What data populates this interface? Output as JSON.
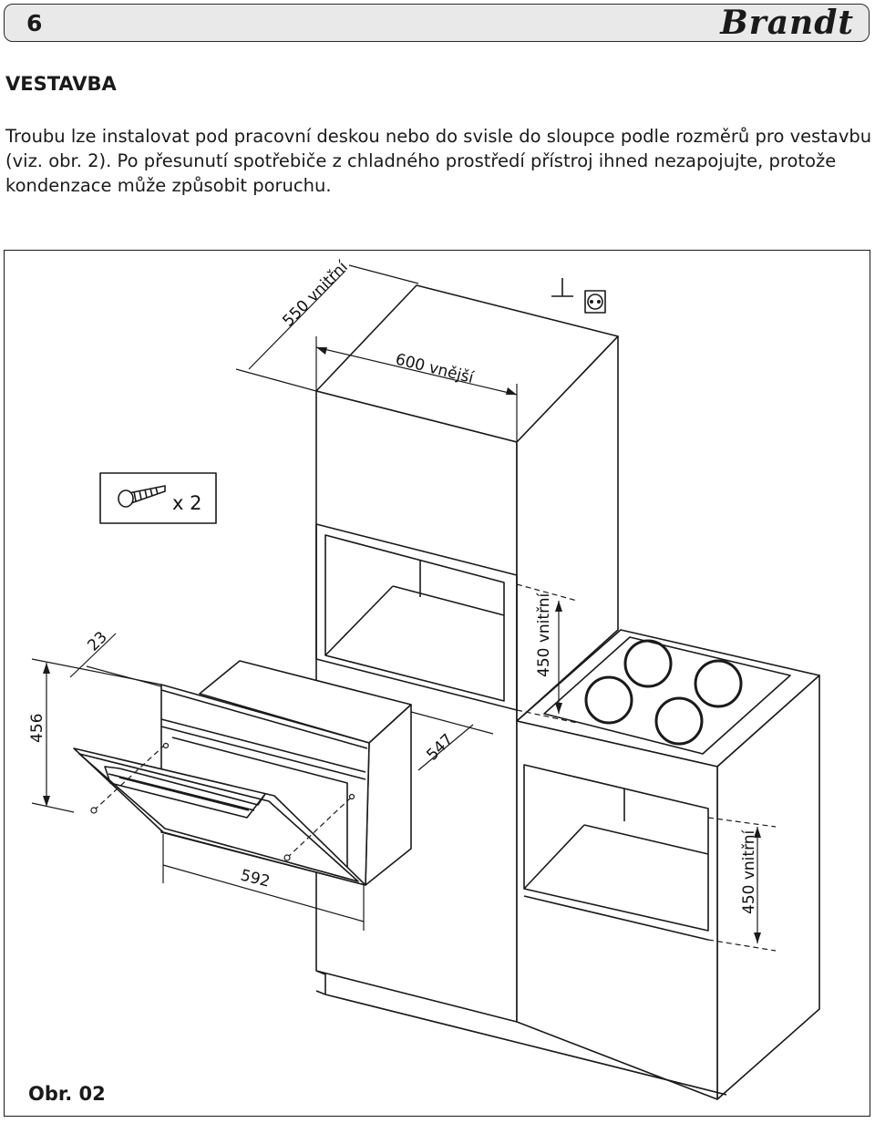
{
  "header": {
    "page_number": "6",
    "brand": "Brandt"
  },
  "section": {
    "title": "VESTAVBA",
    "body": "Troubu lze instalovat pod pracovní deskou nebo do svisle do sloupce podle rozměrů pro vestavbu (viz. obr. 2). Po přesunutí spotřebiče z chladného prostředí přístroj ihned nezapojujte, protože kondenzace může způsobit poruchu."
  },
  "figure": {
    "caption": "Obr. 02",
    "screw_count": "x 2",
    "dimensions": {
      "depth_inner": "550 vnitřní",
      "width_outer": "600 vnější",
      "column_niche_height": "450 vnitřní",
      "counter_niche_height": "450 vnitřní",
      "oven_height": "456",
      "oven_offset": "23",
      "oven_depth": "547",
      "oven_width": "592"
    }
  }
}
